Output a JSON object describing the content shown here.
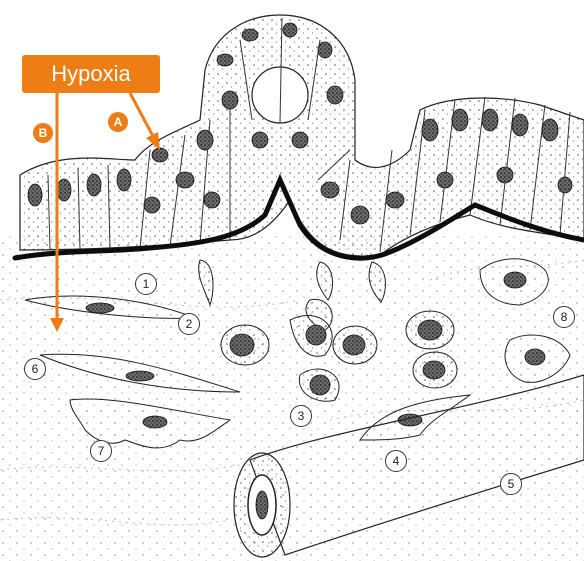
{
  "callout": {
    "label": "Hypoxia",
    "color": "#ef7d16"
  },
  "pathways": [
    {
      "id": "A"
    },
    {
      "id": "B"
    }
  ],
  "structures": [
    "1",
    "2",
    "3",
    "4",
    "5",
    "6",
    "7",
    "8"
  ],
  "colors": {
    "ink": "#1a1a1a",
    "accent": "#ef7d16",
    "background": "#ffffff"
  }
}
